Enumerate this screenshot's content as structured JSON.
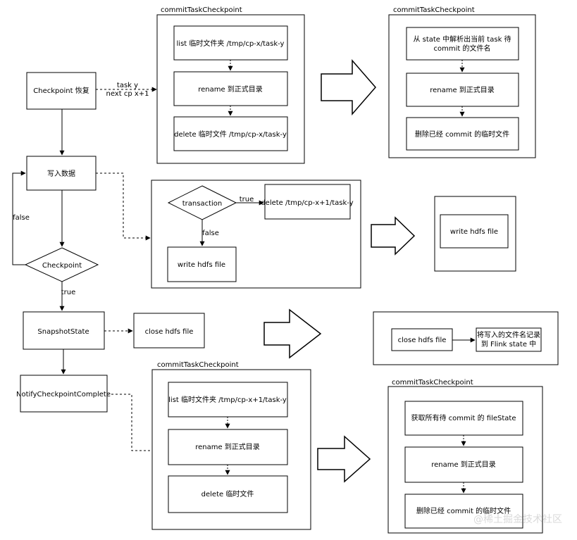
{
  "left_flow": {
    "checkpoint_restore": "Checkpoint 恢复",
    "write_data": "写入数据",
    "checkpoint_decision": "Checkpoint",
    "snapshot_state": "SnapshotState",
    "notify_complete": "NotifyCheckpointComplete",
    "edge_false": "false",
    "edge_true": "true",
    "restore_label_line1": "task y",
    "restore_label_line2": "next cp x+1"
  },
  "restore_before": {
    "title": "commitTaskCheckpoint",
    "step1": "list 临时文件夹 /tmp/cp-x/task-y",
    "step2": "rename 到正式目录",
    "step3": "delete 临时文件 /tmp/cp-x/task-y"
  },
  "restore_after": {
    "title": "commitTaskCheckpoint",
    "step1_line1": "从 state 中解析出当前 task 待",
    "step1_line2": "commit 的文件名",
    "step2": "rename 到正式目录",
    "step3": "删除已经 commit 的临时文件"
  },
  "write_before": {
    "decision": "transaction",
    "edge_true": "true",
    "edge_false": "false",
    "delete_box": "delete /tmp/cp-x+1/task-y",
    "write_box": "write hdfs file"
  },
  "write_after": {
    "write_box": "write hdfs file"
  },
  "snapshot_before": {
    "close_box": "close hdfs file"
  },
  "snapshot_after": {
    "close_box": "close hdfs file",
    "record_line1": "将写入的文件名记录",
    "record_line2": "到 Flink state 中"
  },
  "notify_before": {
    "title": "commitTaskCheckpoint",
    "step1": "list 临时文件夹 /tmp/cp-x+1/task-y",
    "step2": "rename 到正式目录",
    "step3": "delete 临时文件"
  },
  "notify_after": {
    "title": "commitTaskCheckpoint",
    "step1": "获取所有待 commit 的 fileState",
    "step2": "rename 到正式目录",
    "step3": "删除已经 commit 的临时文件"
  },
  "watermark": "@稀土掘金技术社区"
}
